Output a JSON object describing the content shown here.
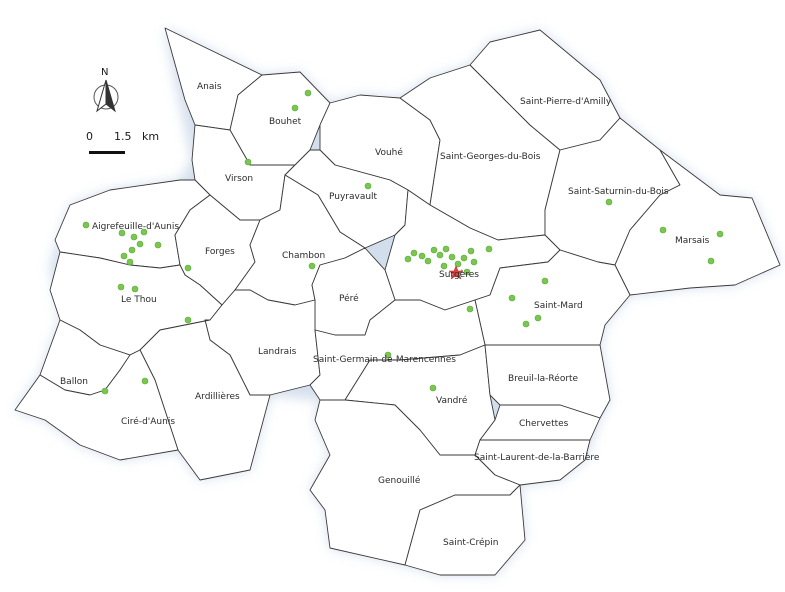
{
  "communes": [
    {
      "id": "anais",
      "name": "Anais"
    },
    {
      "id": "bouhet",
      "name": "Bouhet"
    },
    {
      "id": "saint-pierre",
      "name": "Saint-Pierre-d'Amilly"
    },
    {
      "id": "vouhe",
      "name": "Vouhé"
    },
    {
      "id": "saint-georges",
      "name": "Saint-Georges-du-Bois"
    },
    {
      "id": "virson",
      "name": "Virson"
    },
    {
      "id": "puyravault",
      "name": "Puyravault"
    },
    {
      "id": "saint-saturnin",
      "name": "Saint-Saturnin-du-Bois"
    },
    {
      "id": "aigrefeuille",
      "name": "Aigrefeuille-d'Aunis"
    },
    {
      "id": "forges",
      "name": "Forges"
    },
    {
      "id": "chambon",
      "name": "Chambon"
    },
    {
      "id": "surgeres",
      "name": "Surgères"
    },
    {
      "id": "marsais",
      "name": "Marsais"
    },
    {
      "id": "le-thou",
      "name": "Le Thou"
    },
    {
      "id": "pere",
      "name": "Péré"
    },
    {
      "id": "saint-mard",
      "name": "Saint-Mard"
    },
    {
      "id": "landrais",
      "name": "Landrais"
    },
    {
      "id": "saint-germain",
      "name": "Saint-Germain-de-Marencennes"
    },
    {
      "id": "ballon",
      "name": "Ballon"
    },
    {
      "id": "breuil",
      "name": "Breuil-la-Réorte"
    },
    {
      "id": "ardillieres",
      "name": "Ardillières"
    },
    {
      "id": "vandre",
      "name": "Vandré"
    },
    {
      "id": "cire",
      "name": "Ciré-d'Aunis"
    },
    {
      "id": "chervettes",
      "name": "Chervettes"
    },
    {
      "id": "saint-laurent",
      "name": "Saint-Laurent-de-la-Barrière"
    },
    {
      "id": "genouille",
      "name": "Genouillé"
    },
    {
      "id": "saint-crepin",
      "name": "Saint-Crépin"
    }
  ],
  "north_arrow": {
    "label": "N",
    "icon": "north-arrow-icon"
  },
  "scale_bar": {
    "start": "0",
    "end": "1.5",
    "unit": "km"
  },
  "colors": {
    "points": "#7ac74f",
    "marker": "#e04040",
    "border": "#3a3a3a"
  }
}
